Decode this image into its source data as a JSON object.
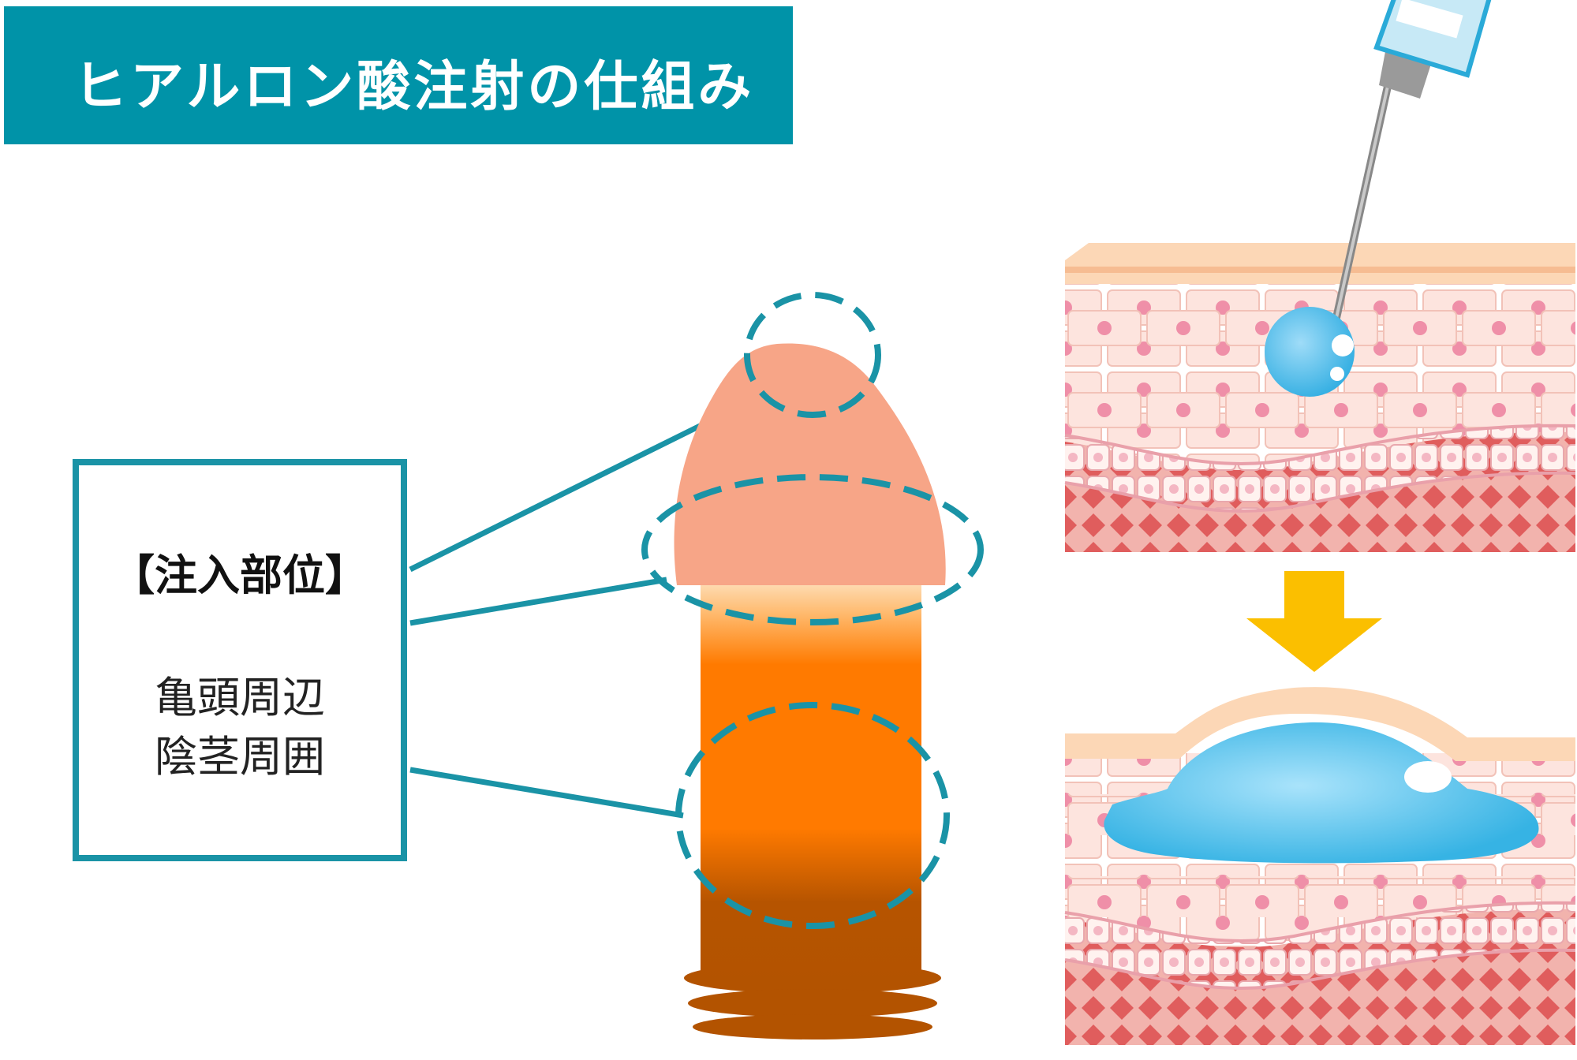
{
  "title": "ヒアルロン酸注射の仕組み",
  "label_box": {
    "heading": "【注入部位】",
    "sites": [
      "亀頭周辺",
      "陰茎周囲"
    ]
  },
  "colors": {
    "title_bg": "#0093a8",
    "outline_teal": "#1a93a6",
    "glans": "#f7a587",
    "shaft_orange": "#ff7a00",
    "shaft_dark": "#b35300",
    "arrow": "#fbbf00",
    "filler": "#3cb7e6",
    "skin_surface": "#fcd7b6",
    "cell": "#fde1dc",
    "nucleus": "#ef8fa8",
    "dermis": "#e05b5b"
  },
  "icons": [
    "syringe-icon",
    "down-arrow-icon"
  ]
}
